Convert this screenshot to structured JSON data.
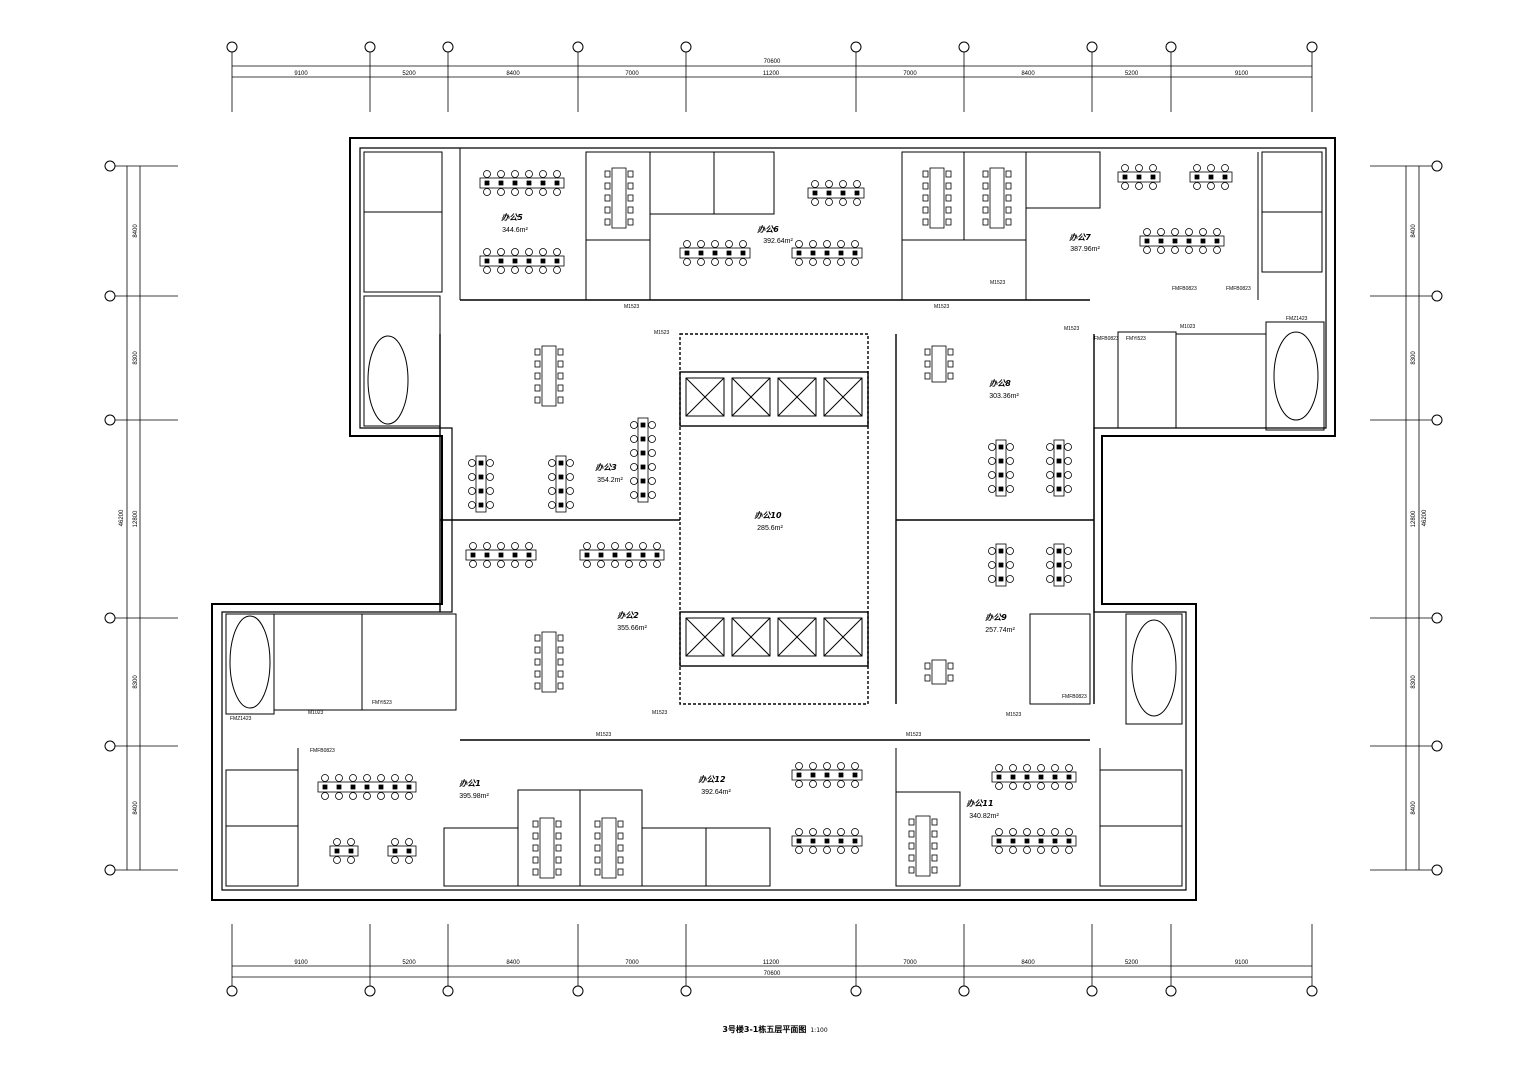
{
  "drawing": {
    "title": "3号楼3-1栋五层平面图",
    "scale": "1:100"
  },
  "dimensions": {
    "total_width": "70600",
    "bays": [
      "9100",
      "5200",
      "8400",
      "7000",
      "11200",
      "7000",
      "8400",
      "5200",
      "9100"
    ],
    "left_total": "46200",
    "left_segments": [
      "8400",
      "8300",
      "12800",
      "8300",
      "8400"
    ],
    "right_total": "46200",
    "right_segments": [
      "8400",
      "8300",
      "12800",
      "8300",
      "8400"
    ]
  },
  "rooms": [
    {
      "id": "office-5",
      "label": "办公5",
      "area": "344.6m²"
    },
    {
      "id": "office-6",
      "label": "办公6",
      "area": "392.64m²"
    },
    {
      "id": "office-7",
      "label": "办公7",
      "area": "387.96m²"
    },
    {
      "id": "office-3",
      "label": "办公3",
      "area": "354.2m²"
    },
    {
      "id": "office-10",
      "label": "办公10",
      "area": "285.6m²"
    },
    {
      "id": "office-8",
      "label": "办公8",
      "area": "303.36m²"
    },
    {
      "id": "office-2",
      "label": "办公2",
      "area": "355.66m²"
    },
    {
      "id": "office-9",
      "label": "办公9",
      "area": "257.74m²"
    },
    {
      "id": "office-1",
      "label": "办公1",
      "area": "395.98m²"
    },
    {
      "id": "office-12",
      "label": "办公12",
      "area": "392.64m²"
    },
    {
      "id": "office-11",
      "label": "办公11",
      "area": "340.82m²"
    }
  ],
  "door_tags": {
    "m1523": "M1523",
    "m1023": "M1023",
    "fmfb0823": "FMFB0823",
    "fmz1423": "FMZ1423",
    "fmyi523": "FMYi523"
  }
}
